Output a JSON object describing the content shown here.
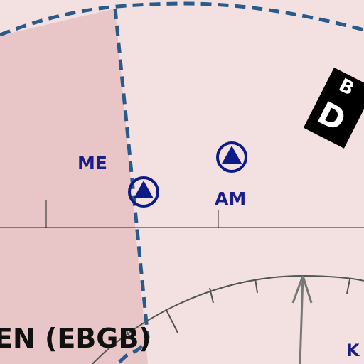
{
  "labels": {
    "me": "ME",
    "am": "AM",
    "aerodrome": "EN (EBGB)",
    "east_partial": "K"
  },
  "airspace_badge": {
    "top_char": "B",
    "class_letter": "D"
  },
  "icons": [
    "navaid-triangle-icon",
    "navaid-triangle-icon"
  ],
  "colors": {
    "background": "#f3e1e2",
    "sector_left": "#e8c6c7",
    "boundary": "#2a5a8a",
    "label": "#1d1f86",
    "navaid": "#0d1b86",
    "compass": "#555555"
  }
}
